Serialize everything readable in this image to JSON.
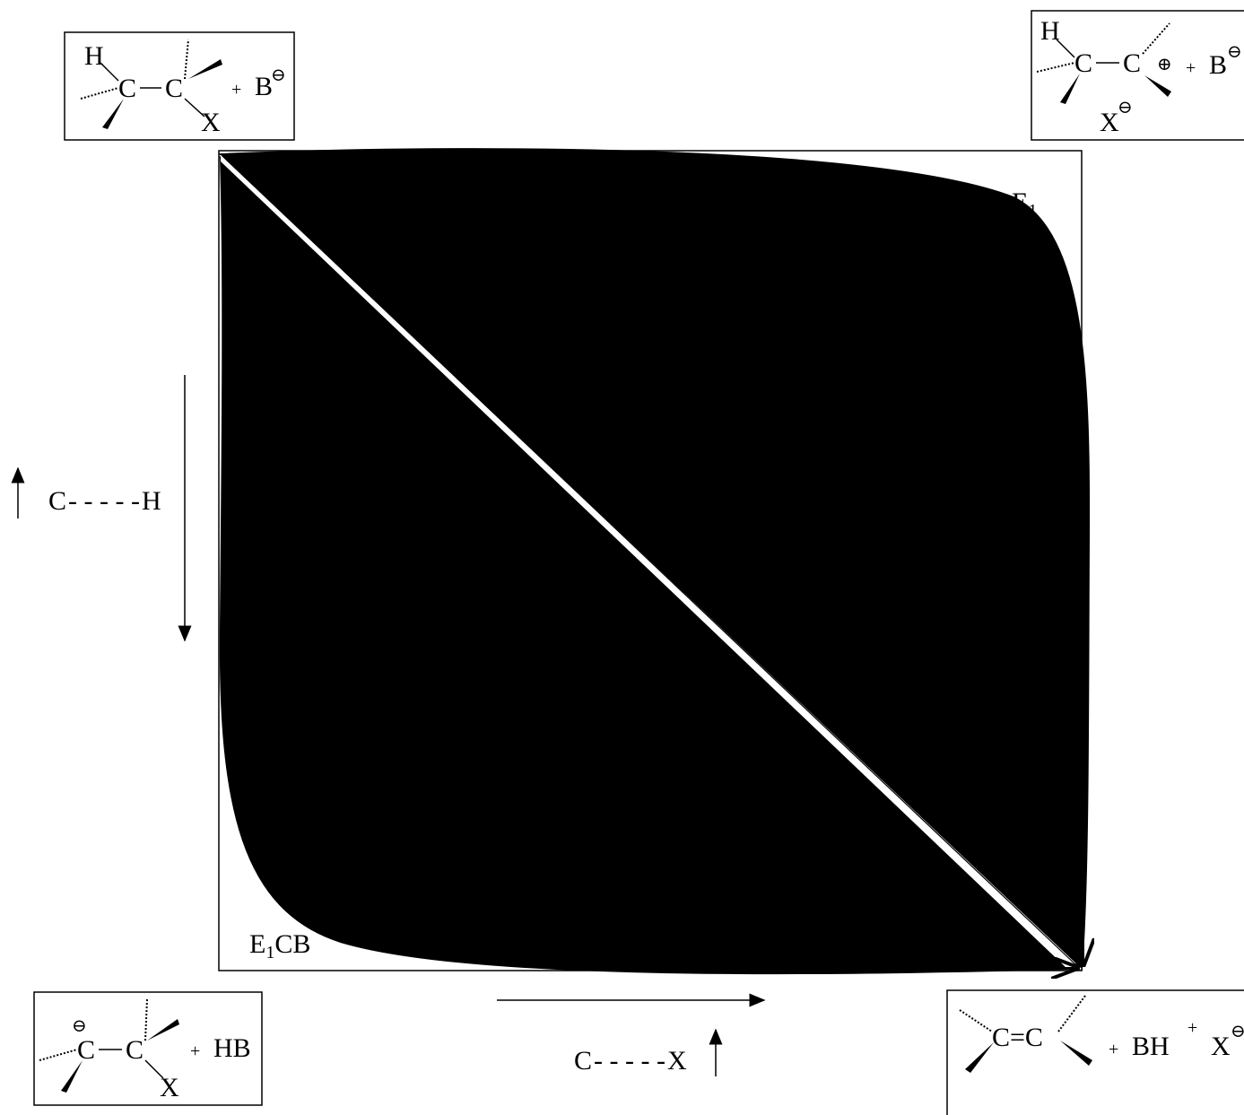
{
  "diagram": {
    "axis_ch": {
      "left": "C",
      "dashes": "- - - - -",
      "right": "H"
    },
    "axis_cx": {
      "left": "C",
      "dashes": "- - - - -",
      "right": "X"
    },
    "corner_E1": {
      "base": "E",
      "subscript": "1"
    },
    "corner_E1CB": {
      "base": "E",
      "subscript": "1",
      "suffix": "CB"
    },
    "box_top_left": {
      "H": "H",
      "C1": "C",
      "C2": "C",
      "X": "X",
      "plus": "+",
      "B": "B",
      "charge": "⊖"
    },
    "box_top_right": {
      "H": "H",
      "C1": "C",
      "C2": "C",
      "cation": "⊕",
      "plus": "+",
      "B": "B",
      "charge": "⊖",
      "X": "X",
      "x_charge": "⊖"
    },
    "box_bottom_left": {
      "anion": "⊖",
      "C1": "C",
      "C2": "C",
      "X": "X",
      "plus": "+",
      "HB": "HB"
    },
    "box_bottom_right": {
      "alkene": "C=C",
      "plus1": "+",
      "BH": "BH",
      "plus2": "+",
      "X": "X",
      "charge": "⊖"
    }
  }
}
